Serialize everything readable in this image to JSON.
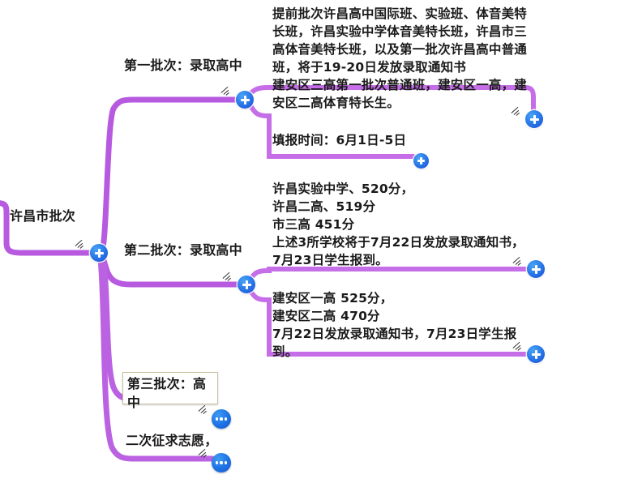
{
  "map": {
    "title": "许昌市批次",
    "background_color": "#ffffff",
    "branch_color": "#b75ae0",
    "branch_color_light": "#c56ee8",
    "add_button_color": "#2b7de9",
    "more_button_color": "#1f74e6",
    "selected_border_color": "#c9bfa0"
  },
  "root": {
    "label": "许昌市批次"
  },
  "branches": [
    {
      "label": "第一批次：录取高中",
      "children": [
        {
          "label": "提前批次许昌高中国际班、实验班、体音美特长班，许昌实验中学体音美特长班，许昌市三高体音美特长班，以及第一批次许昌高中普通班，将于19-20日发放录取通知书\n建安区三高第一批次普通班，建安区一高，建安区二高体育特长生。"
        },
        {
          "label": "填报时间：6月1日-5日"
        }
      ]
    },
    {
      "label": "第二批次：录取高中",
      "children": [
        {
          "label": "许昌实验中学、520分，\n许昌二高、519分\n市三高  451分\n上述3所学校将于7月22日发放录取通知书，\n7月23日学生报到。"
        },
        {
          "label": "建安区一高  525分，\n建安区二高  470分\n7月22日发放录取通知书，7月23日学生报\n到。"
        }
      ]
    },
    {
      "label": "第三批次：高中",
      "selected": true,
      "children": []
    },
    {
      "label": "二次征求志愿，",
      "children": []
    }
  ],
  "buttons": {
    "add_label": "+",
    "more_label": "..."
  }
}
